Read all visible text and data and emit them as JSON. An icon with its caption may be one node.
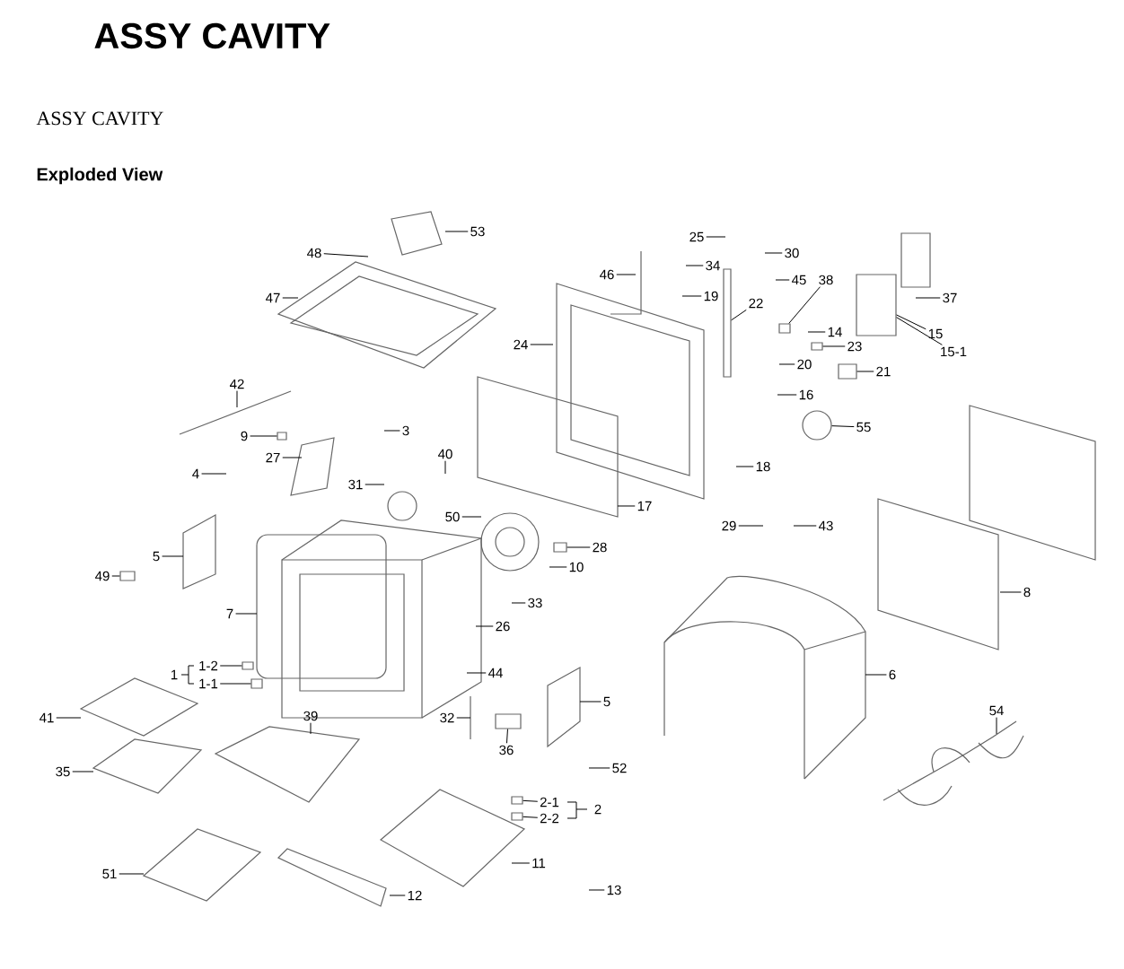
{
  "diagram": {
    "title": "ASSY CAVITY",
    "labels": [
      "ASSY CAVITY",
      "Exploded View"
    ],
    "nodes": [
      {
        "text": [
          "53"
        ]
      },
      {
        "text": [
          "48"
        ]
      },
      {
        "text": [
          "25"
        ]
      },
      {
        "text": [
          "30"
        ]
      },
      {
        "text": [
          "34"
        ]
      },
      {
        "text": [
          "46"
        ]
      },
      {
        "text": [
          "45"
        ]
      },
      {
        "text": [
          "38"
        ]
      },
      {
        "text": [
          "37"
        ]
      },
      {
        "text": [
          "47"
        ]
      },
      {
        "text": [
          "19"
        ]
      },
      {
        "text": [
          "22"
        ]
      },
      {
        "text": [
          "14"
        ]
      },
      {
        "text": [
          "15"
        ]
      },
      {
        "text": [
          "24"
        ]
      },
      {
        "text": [
          "23"
        ]
      },
      {
        "text": [
          "15-1"
        ]
      },
      {
        "text": [
          "20"
        ]
      },
      {
        "text": [
          "21"
        ]
      },
      {
        "text": [
          "42"
        ]
      },
      {
        "text": [
          "16"
        ]
      },
      {
        "text": [
          "3"
        ]
      },
      {
        "text": [
          "9"
        ]
      },
      {
        "text": [
          "55"
        ]
      },
      {
        "text": [
          "27"
        ]
      },
      {
        "text": [
          "40"
        ]
      },
      {
        "text": [
          "18"
        ]
      },
      {
        "text": [
          "4"
        ]
      },
      {
        "text": [
          "31"
        ]
      },
      {
        "text": [
          "17"
        ]
      },
      {
        "text": [
          "50"
        ]
      },
      {
        "text": [
          "29"
        ]
      },
      {
        "text": [
          "43"
        ]
      },
      {
        "text": [
          "28"
        ]
      },
      {
        "text": [
          "5"
        ]
      },
      {
        "text": [
          "10"
        ]
      },
      {
        "text": [
          "49"
        ]
      },
      {
        "text": [
          "8"
        ]
      },
      {
        "text": [
          "33"
        ]
      },
      {
        "text": [
          "7"
        ]
      },
      {
        "text": [
          "26"
        ]
      },
      {
        "text": [
          "1-2"
        ]
      },
      {
        "text": [
          "1"
        ]
      },
      {
        "text": [
          "1-1"
        ]
      },
      {
        "text": [
          "44"
        ]
      },
      {
        "text": [
          "6"
        ]
      },
      {
        "text": [
          "5"
        ]
      },
      {
        "text": [
          "54"
        ]
      },
      {
        "text": [
          "41"
        ]
      },
      {
        "text": [
          "39"
        ]
      },
      {
        "text": [
          "32"
        ]
      },
      {
        "text": [
          "36"
        ]
      },
      {
        "text": [
          "35"
        ]
      },
      {
        "text": [
          "52"
        ]
      },
      {
        "text": [
          "2-1"
        ]
      },
      {
        "text": [
          "2"
        ]
      },
      {
        "text": [
          "2-2"
        ]
      },
      {
        "text": [
          "11"
        ]
      },
      {
        "text": [
          "51"
        ]
      },
      {
        "text": [
          "13"
        ]
      },
      {
        "text": [
          "12"
        ]
      },
      {
        "text": [],
        "shape": "box"
      },
      {
        "text": [],
        "shape": "box"
      },
      {
        "text": [],
        "shape": "box"
      },
      {
        "text": [],
        "shape": "box"
      },
      {
        "text": [],
        "shape": "box"
      },
      {
        "text": [],
        "shape": "box"
      },
      {
        "text": [],
        "shape": "circle"
      },
      {
        "text": [],
        "shape": "box"
      },
      {
        "text": [],
        "shape": "box"
      },
      {
        "text": [],
        "shape": "box"
      },
      {
        "text": [],
        "shape": "box"
      },
      {
        "text": [],
        "shape": "box"
      },
      {
        "text": [],
        "shape": "box"
      },
      {
        "text": [],
        "shape": "box"
      }
    ],
    "edges": [
      {
        "from": 0,
        "to": null,
        "arrow": "none"
      },
      {
        "from": 1,
        "to": null,
        "arrow": "none"
      },
      {
        "from": 2,
        "to": null,
        "arrow": "none"
      },
      {
        "from": 3,
        "to": null,
        "arrow": "none"
      },
      {
        "from": 4,
        "to": null,
        "arrow": "none"
      },
      {
        "from": 5,
        "to": null,
        "arrow": "none"
      },
      {
        "from": 6,
        "to": null,
        "arrow": "none"
      },
      {
        "from": 7,
        "to": 61,
        "arrow": "none"
      },
      {
        "from": 8,
        "to": null,
        "arrow": "none"
      },
      {
        "from": 9,
        "to": null,
        "arrow": "none"
      },
      {
        "from": 10,
        "to": null,
        "arrow": "none"
      },
      {
        "from": 11,
        "to": 62,
        "arrow": "none"
      },
      {
        "from": 12,
        "to": null,
        "arrow": "none"
      },
      {
        "from": 13,
        "to": 63,
        "arrow": "none"
      },
      {
        "from": 14,
        "to": null,
        "arrow": "none"
      },
      {
        "from": 15,
        "to": 64,
        "arrow": "none"
      },
      {
        "from": 16,
        "to": 63,
        "arrow": "none"
      },
      {
        "from": 17,
        "to": null,
        "arrow": "none"
      },
      {
        "from": 18,
        "to": 65,
        "arrow": "none"
      },
      {
        "from": 19,
        "to": null,
        "arrow": "none"
      },
      {
        "from": 20,
        "to": null,
        "arrow": "none"
      },
      {
        "from": 21,
        "to": null,
        "arrow": "none"
      },
      {
        "from": 22,
        "to": 66,
        "arrow": "none"
      },
      {
        "from": 23,
        "to": 67,
        "arrow": "none"
      },
      {
        "from": 24,
        "to": null,
        "arrow": "none"
      },
      {
        "from": 25,
        "to": null,
        "arrow": "none"
      },
      {
        "from": 26,
        "to": null,
        "arrow": "none"
      },
      {
        "from": 27,
        "to": null,
        "arrow": "none"
      },
      {
        "from": 28,
        "to": null,
        "arrow": "none"
      },
      {
        "from": 29,
        "to": null,
        "arrow": "none"
      },
      {
        "from": 30,
        "to": null,
        "arrow": "none"
      },
      {
        "from": 31,
        "to": null,
        "arrow": "none"
      },
      {
        "from": 32,
        "to": null,
        "arrow": "none"
      },
      {
        "from": 33,
        "to": 68,
        "arrow": "none"
      },
      {
        "from": 34,
        "to": null,
        "arrow": "none"
      },
      {
        "from": 35,
        "to": null,
        "arrow": "none"
      },
      {
        "from": 36,
        "to": 69,
        "arrow": "none"
      },
      {
        "from": 37,
        "to": null,
        "arrow": "none"
      },
      {
        "from": 38,
        "to": null,
        "arrow": "none"
      },
      {
        "from": 39,
        "to": null,
        "arrow": "none"
      },
      {
        "from": 40,
        "to": null,
        "arrow": "none"
      },
      {
        "from": 41,
        "to": 70,
        "arrow": "none"
      },
      {
        "from": 43,
        "to": 71,
        "arrow": "none"
      },
      {
        "from": 44,
        "to": null,
        "arrow": "none"
      },
      {
        "from": 45,
        "to": null,
        "arrow": "none"
      },
      {
        "from": 46,
        "to": null,
        "arrow": "none"
      },
      {
        "from": 47,
        "to": null,
        "arrow": "none"
      },
      {
        "from": 48,
        "to": null,
        "arrow": "none"
      },
      {
        "from": 49,
        "to": null,
        "arrow": "none"
      },
      {
        "from": 50,
        "to": null,
        "arrow": "none"
      },
      {
        "from": 51,
        "to": 72,
        "arrow": "none"
      },
      {
        "from": 52,
        "to": null,
        "arrow": "none"
      },
      {
        "from": 53,
        "to": null,
        "arrow": "none"
      },
      {
        "from": 54,
        "to": 73,
        "arrow": "none"
      },
      {
        "from": 56,
        "to": 74,
        "arrow": "none"
      },
      {
        "from": 57,
        "to": null,
        "arrow": "none"
      },
      {
        "from": 58,
        "to": null,
        "arrow": "none"
      },
      {
        "from": 59,
        "to": null,
        "arrow": "none"
      },
      {
        "from": 60,
        "to": null,
        "arrow": "none"
      }
    ]
  }
}
